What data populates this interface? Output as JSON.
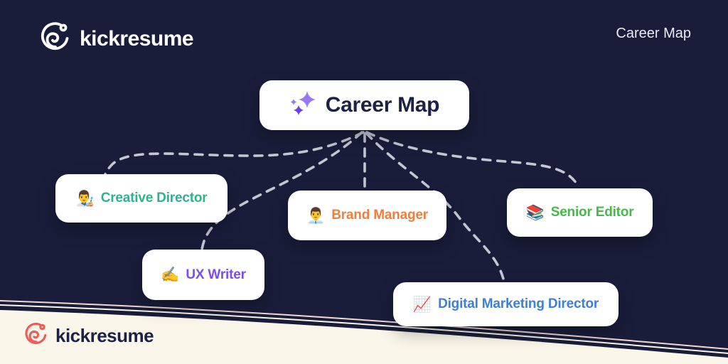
{
  "header": {
    "brand": "kickresume",
    "page_label": "Career Map"
  },
  "diagram": {
    "root": {
      "label": "Career Map"
    },
    "nodes": [
      {
        "emoji": "👨‍🎨",
        "label": "Creative Director",
        "color": "#2fb28e"
      },
      {
        "emoji": "✍️",
        "label": "UX Writer",
        "color": "#7b4df5"
      },
      {
        "emoji": "👨‍💼",
        "label": "Brand Manager",
        "color": "#ee7f3e"
      },
      {
        "emoji": "📚",
        "label": "Senior Editor",
        "color": "#47b84c"
      },
      {
        "emoji": "📈",
        "label": "Digital Marketing Director",
        "color": "#3f7fd6"
      }
    ]
  },
  "footer": {
    "brand": "kickresume"
  },
  "colors": {
    "background": "#191d3a",
    "card_background": "#ffffff",
    "heading_text": "#1d2144",
    "connector": "#ccd1df",
    "sparkle_light": "#9678fa",
    "sparkle_dark": "#6a3df0",
    "footer_band": "#fbf6ea",
    "footer_line_pink": "#f2d8cf",
    "logo_red": "#ef5b5b",
    "logo_white": "#ffffff",
    "header_label_text": "#e8eaf4"
  }
}
